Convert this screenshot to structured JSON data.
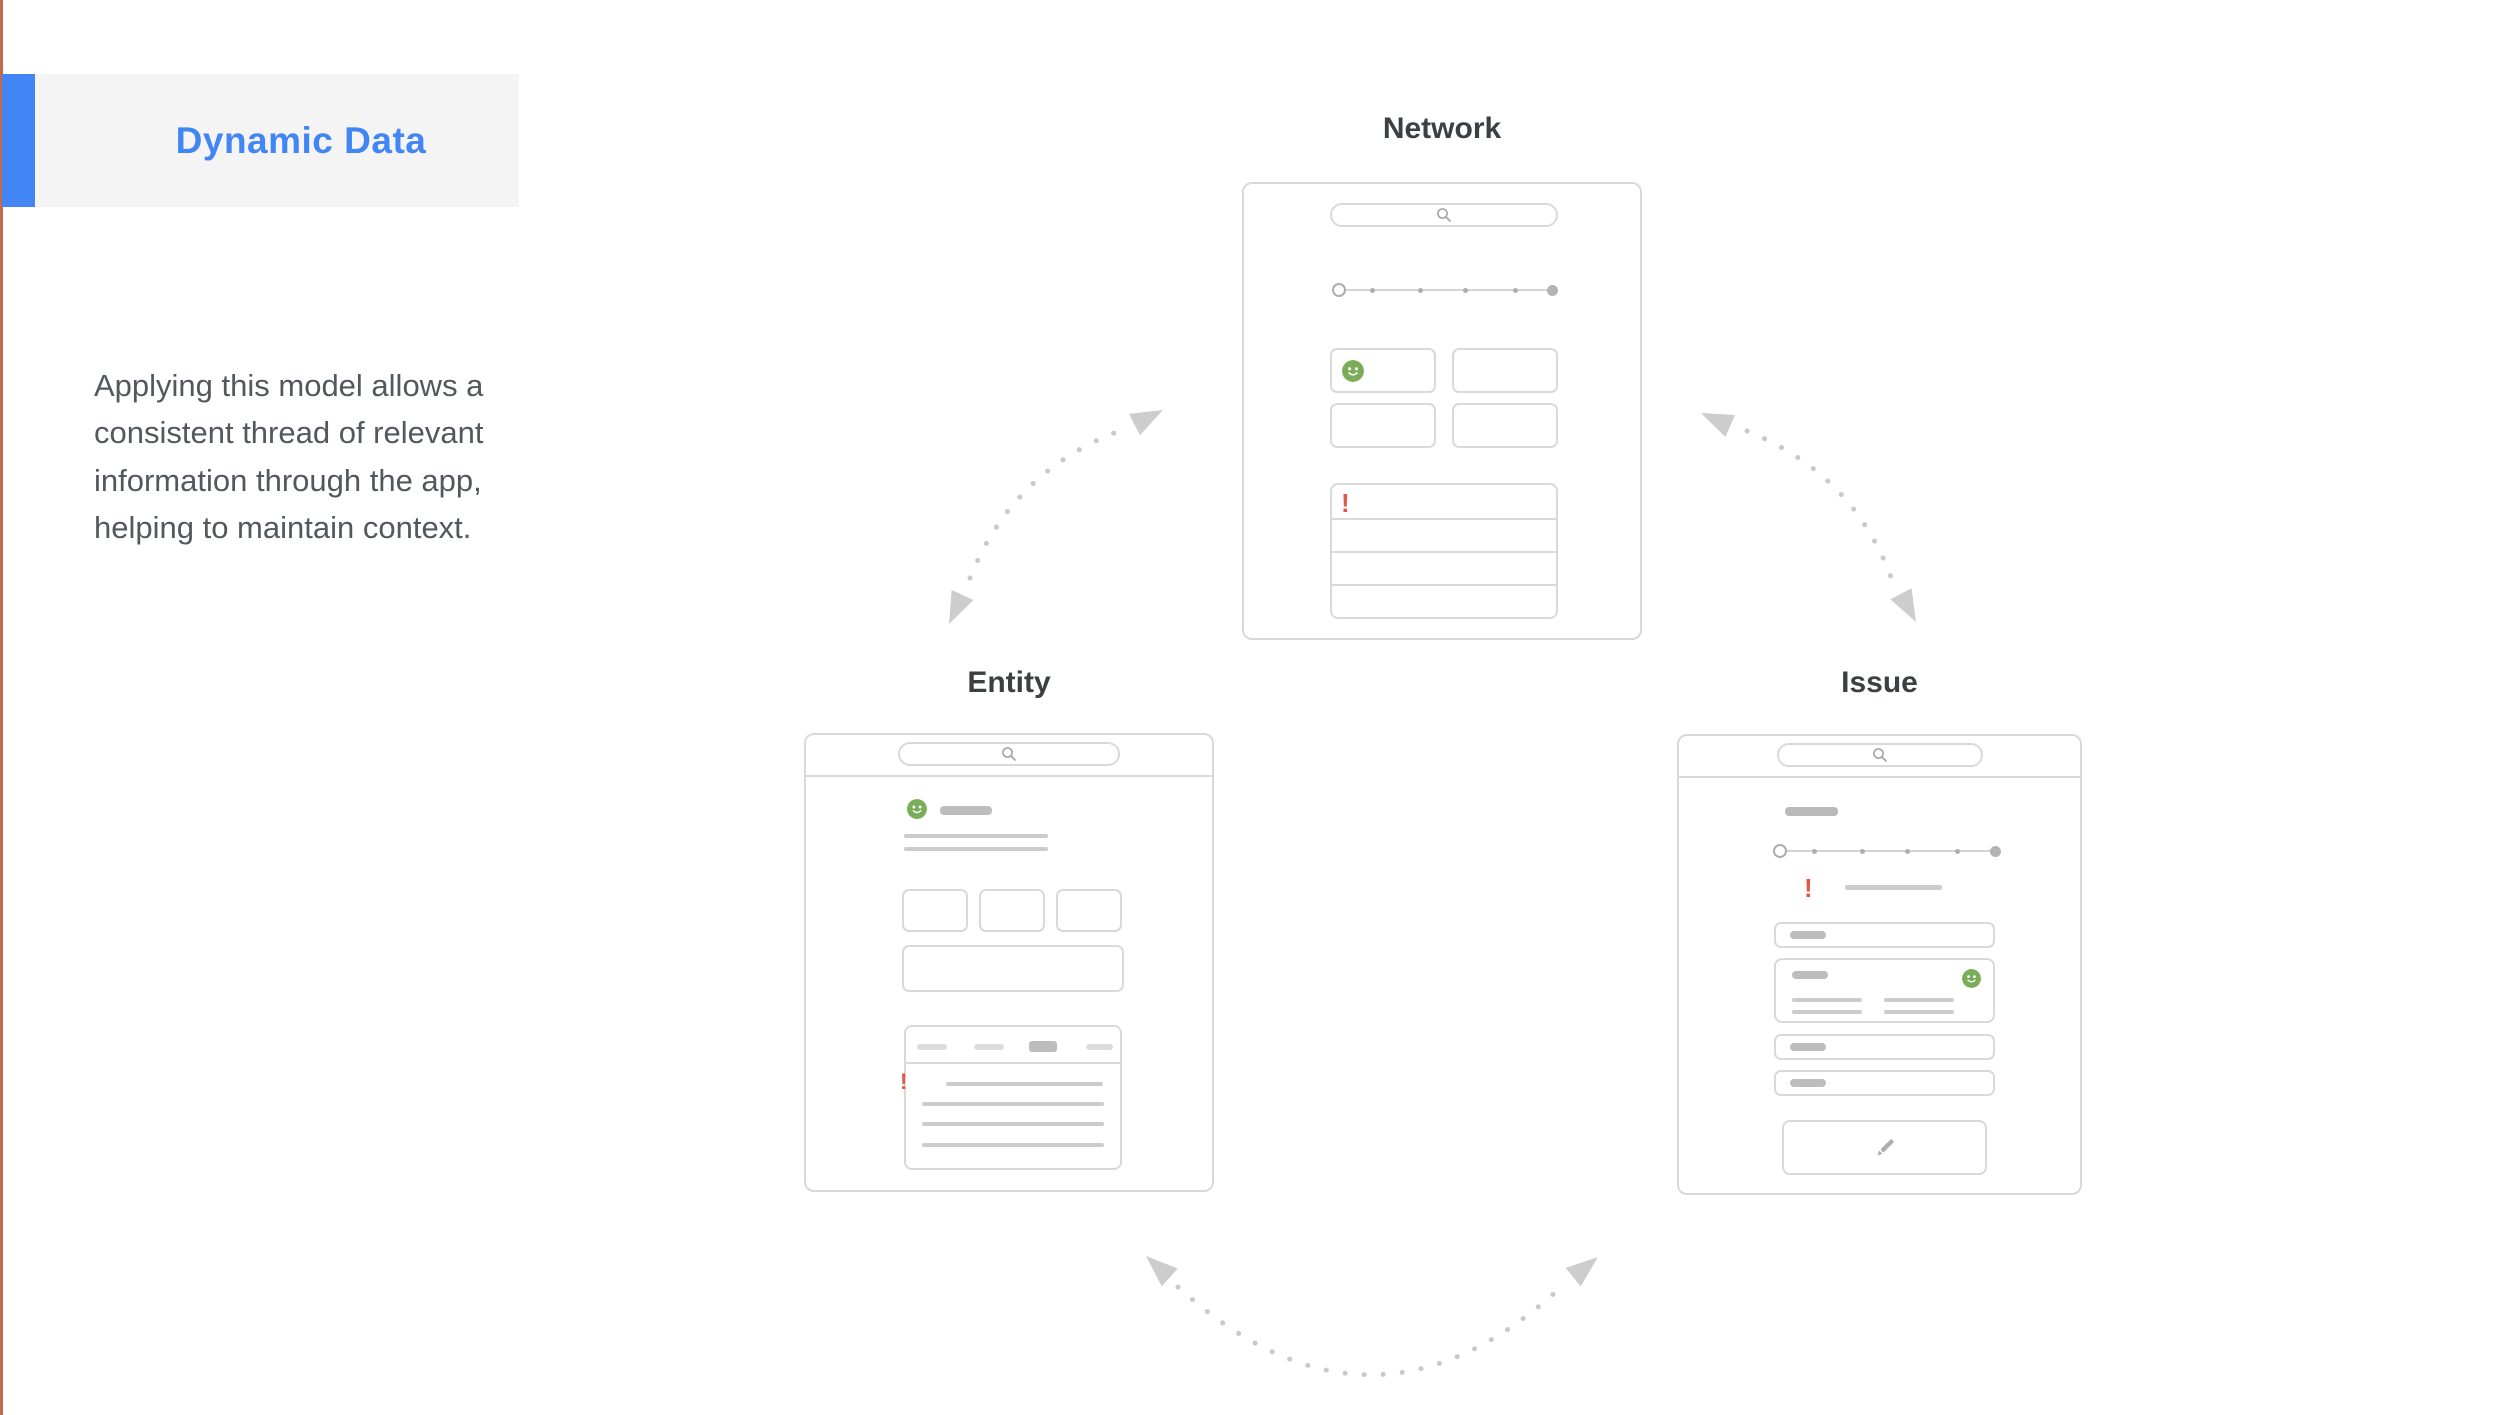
{
  "slide": {
    "tag_label": "Dynamic Data",
    "description": "Applying this model allows a consistent thread of relevant information through the app, helping to maintain context."
  },
  "diagram": {
    "nodes": [
      {
        "id": "network",
        "label": "Network"
      },
      {
        "id": "entity",
        "label": "Entity"
      },
      {
        "id": "issue",
        "label": "Issue"
      }
    ],
    "edges": [
      {
        "from": "Network",
        "to": "Entity",
        "bidirectional": true,
        "style": "dotted-arc"
      },
      {
        "from": "Network",
        "to": "Issue",
        "bidirectional": true,
        "style": "dotted-arc"
      },
      {
        "from": "Entity",
        "to": "Issue",
        "bidirectional": true,
        "style": "dotted-arc"
      }
    ]
  },
  "icons": {
    "alert_glyph": "!",
    "search": "magnifier-icon",
    "avatar": "green-smiley-avatar-icon",
    "edit": "pencil-icon"
  },
  "colors": {
    "accent_blue": "#4285F4",
    "tag_bg": "#F4F4F5",
    "edge_line": "#C2694E",
    "title_text": "#3C4043",
    "body_text": "#54585D",
    "border": "#D9D9D9",
    "bar_dark": "#BDBDBD",
    "bar_light": "#CCCCCC",
    "green": "#79AD58",
    "red": "#E25847",
    "arrow": "#C9C9C9"
  }
}
